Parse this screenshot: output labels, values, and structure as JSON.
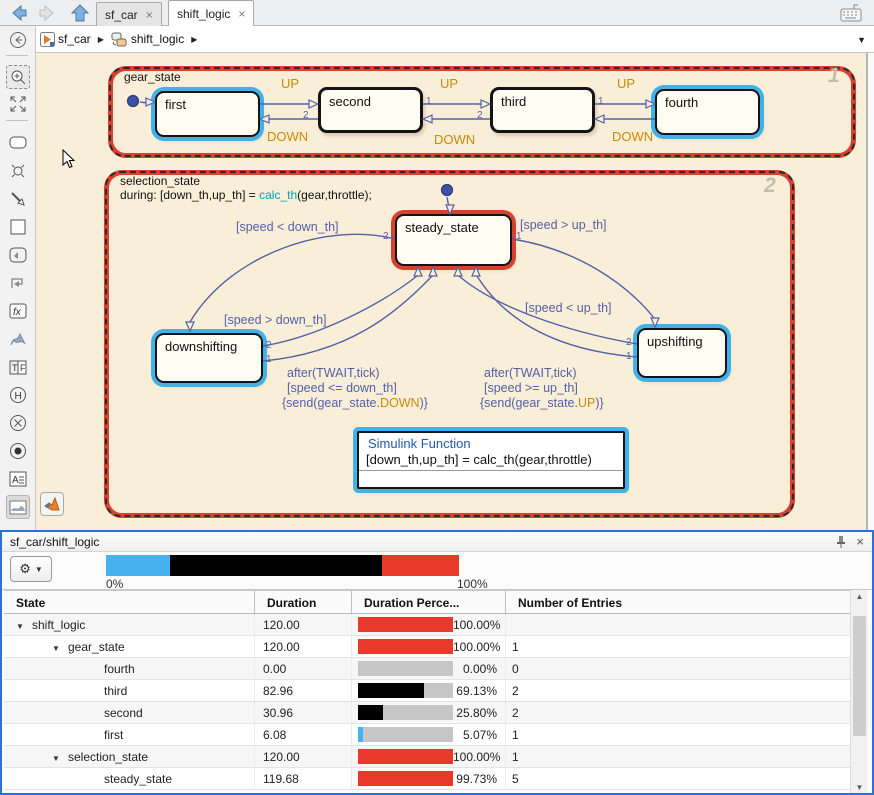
{
  "icons": {
    "close": "×",
    "caret_down": "▼",
    "crumb_sep": "▶",
    "dropdown": "▼",
    "scroll_up": "▲",
    "scroll_down": "▼",
    "gear": "⚙"
  },
  "titlebar": {
    "tabs": [
      {
        "label": "sf_car"
      },
      {
        "label": "shift_logic"
      }
    ]
  },
  "breadcrumb": {
    "items": [
      "sf_car",
      "shift_logic"
    ]
  },
  "canvas": {
    "gear_state": {
      "title": "gear_state",
      "watermark": "1",
      "states": [
        "first",
        "second",
        "third",
        "fourth"
      ],
      "up": "UP",
      "down": "DOWN",
      "n1": "1",
      "n2": "2"
    },
    "selection_state": {
      "title": "selection_state",
      "watermark": "2",
      "during_prefix": "during: [down_th,up_th] = ",
      "during_fn": "calc_th",
      "during_suffix": "(gear,throttle);",
      "steady": "steady_state",
      "downshifting": "downshifting",
      "upshifting": "upshifting",
      "n1": "1",
      "n2": "2",
      "cond_lt_down": "[speed < down_th]",
      "cond_gt_down": "[speed > down_th]",
      "cond_gt_up": "[speed > up_th]",
      "cond_lt_up": "[speed < up_th]",
      "after": "after(TWAIT,tick)",
      "cond_le_down": "[speed <= down_th]",
      "cond_ge_up": "[speed >= up_th]",
      "send_pre": "{send(gear_state.",
      "evt_down": "DOWN",
      "evt_up": "UP",
      "send_post": ")}"
    },
    "simulink_function": {
      "title": "Simulink Function",
      "signature": "[down_th,up_th] = calc_th(gear,throttle)"
    }
  },
  "panel": {
    "title": "sf_car/shift_logic",
    "progress": {
      "zero": "0%",
      "hundred": "100%",
      "segments": [
        {
          "color": "#45b3ef",
          "pct": 18.1
        },
        {
          "color": "#000000",
          "pct": 60.0
        },
        {
          "color": "#e8392b",
          "pct": 21.9
        }
      ]
    },
    "table": {
      "columns": [
        "State",
        "Duration",
        "Duration Perce...",
        "Number of Entries"
      ],
      "rows": [
        {
          "caret": "▼",
          "state": "shift_logic",
          "duration": "120.00",
          "pct": "100.00%",
          "pct_val": 100,
          "bar_color": "#e8392b",
          "entries": ""
        },
        {
          "caret": "▼",
          "state": "gear_state",
          "duration": "120.00",
          "pct": "100.00%",
          "pct_val": 100,
          "bar_color": "#e8392b",
          "entries": "1"
        },
        {
          "caret": "",
          "state": "fourth",
          "duration": "0.00",
          "pct": "0.00%",
          "pct_val": 0,
          "bar_color": "#c6c6c6",
          "entries": "0"
        },
        {
          "caret": "",
          "state": "third",
          "duration": "82.96",
          "pct": "69.13%",
          "pct_val": 69.13,
          "bar_color": "#000000",
          "entries": "2"
        },
        {
          "caret": "",
          "state": "second",
          "duration": "30.96",
          "pct": "25.80%",
          "pct_val": 25.8,
          "bar_color": "#000000",
          "entries": "2"
        },
        {
          "caret": "",
          "state": "first",
          "duration": "6.08",
          "pct": "5.07%",
          "pct_val": 5.07,
          "bar_color": "#45b3ef",
          "entries": "1"
        },
        {
          "caret": "▼",
          "state": "selection_state",
          "duration": "120.00",
          "pct": "100.00%",
          "pct_val": 100,
          "bar_color": "#e8392b",
          "entries": "1"
        },
        {
          "caret": "",
          "state": "steady_state",
          "duration": "119.68",
          "pct": "99.73%",
          "pct_val": 99.73,
          "bar_color": "#e8392b",
          "entries": "5"
        }
      ]
    }
  }
}
